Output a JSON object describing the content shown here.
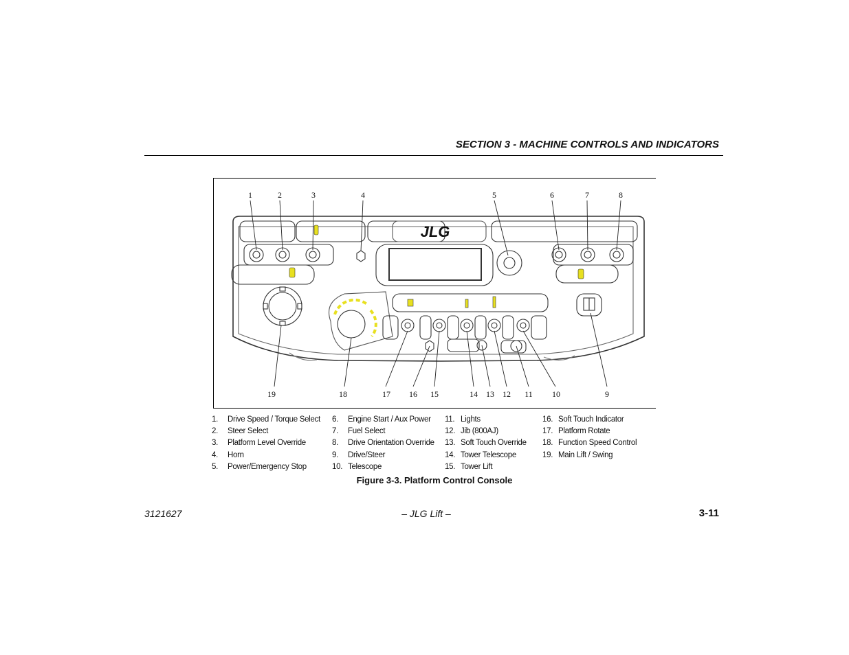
{
  "header": {
    "section_title": "SECTION 3 - MACHINE CONTROLS AND INDICATORS"
  },
  "figure": {
    "brand_logo": "JLG",
    "callout_numbers_top": [
      "1",
      "2",
      "3",
      "4",
      "5",
      "6",
      "7",
      "8"
    ],
    "callout_numbers_bottom": [
      "19",
      "18",
      "17",
      "16",
      "15",
      "14",
      "13",
      "12",
      "11",
      "10",
      "9"
    ],
    "caption": "Figure 3-3. Platform Control Console"
  },
  "legend": {
    "columns": [
      [
        {
          "num": "1.",
          "label": "Drive Speed / Torque Select"
        },
        {
          "num": "2.",
          "label": "Steer Select"
        },
        {
          "num": "3.",
          "label": "Platform Level Override"
        },
        {
          "num": "4.",
          "label": "Horn"
        },
        {
          "num": "5.",
          "label": "Power/Emergency Stop"
        }
      ],
      [
        {
          "num": "6.",
          "label": "Engine Start / Aux Power"
        },
        {
          "num": "7.",
          "label": "Fuel Select"
        },
        {
          "num": "8.",
          "label": "Drive Orientation Override"
        },
        {
          "num": "9.",
          "label": "Drive/Steer"
        },
        {
          "num": "10.",
          "label": "Telescope"
        }
      ],
      [
        {
          "num": "11.",
          "label": "Lights"
        },
        {
          "num": "12.",
          "label": "Jib (800AJ)"
        },
        {
          "num": "13.",
          "label": "Soft Touch Override"
        },
        {
          "num": "14.",
          "label": "Tower Telescope"
        },
        {
          "num": "15.",
          "label": "Tower Lift"
        }
      ],
      [
        {
          "num": "16.",
          "label": "Soft Touch Indicator"
        },
        {
          "num": "17.",
          "label": "Platform Rotate"
        },
        {
          "num": "18.",
          "label": "Function Speed Control"
        },
        {
          "num": "19.",
          "label": "Main Lift / Swing"
        }
      ]
    ]
  },
  "footer": {
    "doc_number": "3121627",
    "center": "– JLG Lift –",
    "page": "3-11"
  }
}
